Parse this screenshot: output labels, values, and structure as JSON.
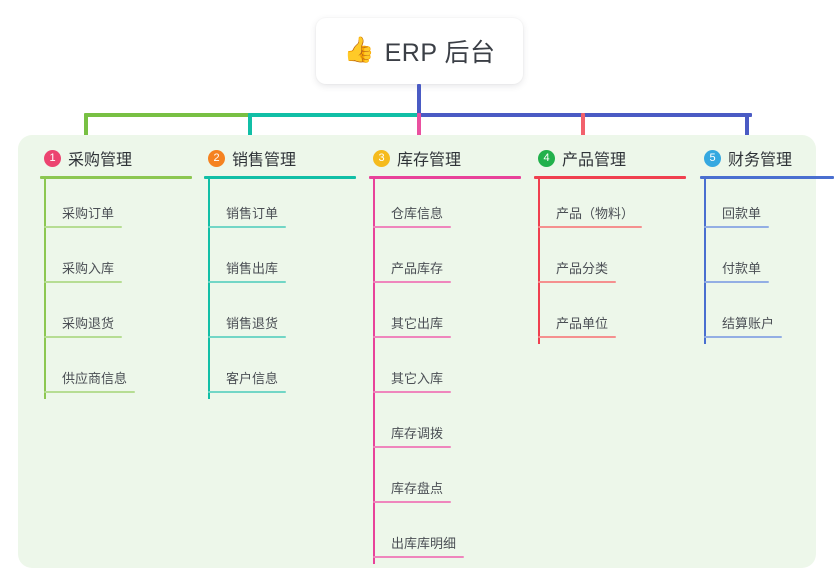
{
  "root": {
    "emoji_icon": "thumbs-up-icon",
    "emoji_glyph": "👍",
    "title": "ERP 后台"
  },
  "panel": {
    "background_color": "#edf7ea"
  },
  "connector": {
    "stem_color": "#4a5bc4",
    "segments": [
      {
        "color": "#78c043"
      },
      {
        "color": "#11bfa6"
      },
      {
        "color": "#4a5bc4"
      }
    ],
    "drops": [
      {
        "color": "#78c043"
      },
      {
        "color": "#11bfa6"
      },
      {
        "color": "#ea50a0"
      },
      {
        "color": "#f2616c"
      },
      {
        "color": "#4a5bc4"
      }
    ]
  },
  "columns": [
    {
      "number": "1",
      "title": "采购管理",
      "badge_color": "#ec4470",
      "line_color": "#8cc751",
      "leaf_line_color": "#b6dd93",
      "items": [
        {
          "label": "采购订单"
        },
        {
          "label": "采购入库"
        },
        {
          "label": "采购退货"
        },
        {
          "label": "供应商信息"
        }
      ]
    },
    {
      "number": "2",
      "title": "销售管理",
      "badge_color": "#f58220",
      "line_color": "#11bfa6",
      "leaf_line_color": "#72d6c6",
      "items": [
        {
          "label": "销售订单"
        },
        {
          "label": "销售出库"
        },
        {
          "label": "销售退货"
        },
        {
          "label": "客户信息"
        }
      ]
    },
    {
      "number": "3",
      "title": "库存管理",
      "badge_color": "#f5bb1d",
      "line_color": "#e8429a",
      "leaf_line_color": "#ef86bd",
      "items": [
        {
          "label": "仓库信息"
        },
        {
          "label": "产品库存"
        },
        {
          "label": "其它出库"
        },
        {
          "label": "其它入库"
        },
        {
          "label": "库存调拨"
        },
        {
          "label": "库存盘点"
        },
        {
          "label": "出库库明细"
        }
      ]
    },
    {
      "number": "4",
      "title": "产品管理",
      "badge_color": "#22b14c",
      "line_color": "#f0404f",
      "leaf_line_color": "#f5908f",
      "items": [
        {
          "label": "产品（物料）"
        },
        {
          "label": "产品分类"
        },
        {
          "label": "产品单位"
        }
      ]
    },
    {
      "number": "5",
      "title": "财务管理",
      "badge_color": "#35a8e0",
      "line_color": "#4a6fd0",
      "leaf_line_color": "#93aee4",
      "items": [
        {
          "label": "回款单"
        },
        {
          "label": "付款单"
        },
        {
          "label": "结算账户"
        }
      ]
    }
  ]
}
